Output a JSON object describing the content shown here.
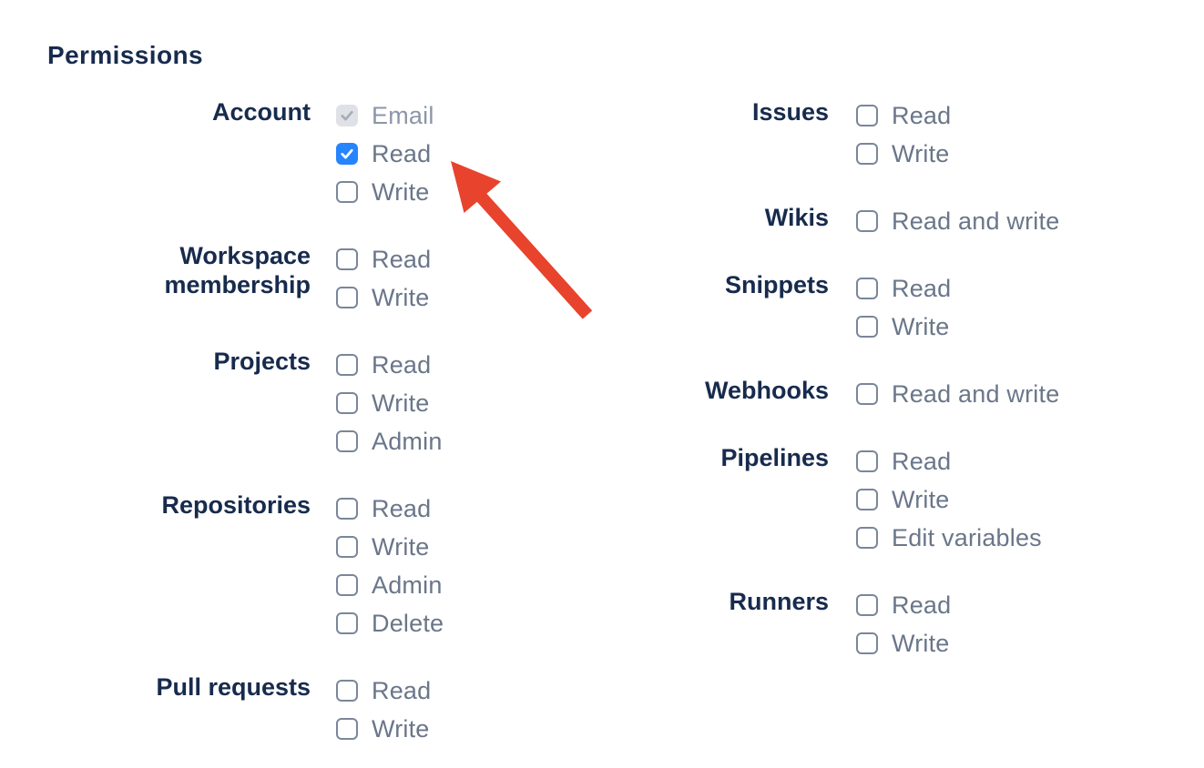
{
  "title": "Permissions",
  "colors": {
    "heading": "#172B4D",
    "group_label": "#172B4D",
    "item_label": "#6A7689",
    "item_label_disabled": "#8C96A8",
    "checkbox_checked_bg": "#2684FF",
    "checkbox_checked_check": "#FFFFFF",
    "checkbox_disabled_bg": "#DFE1E6",
    "checkbox_disabled_check": "#A5ADBA",
    "checkbox_border": "#7A869A",
    "arrow_color": "#E8432C",
    "page_bg": "#FFFFFF"
  },
  "columns": [
    {
      "groups": [
        {
          "label": "Account",
          "items": [
            {
              "label": "Email",
              "state": "checked-disabled"
            },
            {
              "label": "Read",
              "state": "checked"
            },
            {
              "label": "Write",
              "state": "unchecked"
            }
          ]
        },
        {
          "label": "Workspace membership",
          "items": [
            {
              "label": "Read",
              "state": "unchecked"
            },
            {
              "label": "Write",
              "state": "unchecked"
            }
          ]
        },
        {
          "label": "Projects",
          "items": [
            {
              "label": "Read",
              "state": "unchecked"
            },
            {
              "label": "Write",
              "state": "unchecked"
            },
            {
              "label": "Admin",
              "state": "unchecked"
            }
          ]
        },
        {
          "label": "Repositories",
          "items": [
            {
              "label": "Read",
              "state": "unchecked"
            },
            {
              "label": "Write",
              "state": "unchecked"
            },
            {
              "label": "Admin",
              "state": "unchecked"
            },
            {
              "label": "Delete",
              "state": "unchecked"
            }
          ]
        },
        {
          "label": "Pull requests",
          "items": [
            {
              "label": "Read",
              "state": "unchecked"
            },
            {
              "label": "Write",
              "state": "unchecked"
            }
          ]
        }
      ]
    },
    {
      "groups": [
        {
          "label": "Issues",
          "items": [
            {
              "label": "Read",
              "state": "unchecked"
            },
            {
              "label": "Write",
              "state": "unchecked"
            }
          ]
        },
        {
          "label": "Wikis",
          "items": [
            {
              "label": "Read and write",
              "state": "unchecked"
            }
          ]
        },
        {
          "label": "Snippets",
          "items": [
            {
              "label": "Read",
              "state": "unchecked"
            },
            {
              "label": "Write",
              "state": "unchecked"
            }
          ]
        },
        {
          "label": "Webhooks",
          "items": [
            {
              "label": "Read and write",
              "state": "unchecked"
            }
          ]
        },
        {
          "label": "Pipelines",
          "items": [
            {
              "label": "Read",
              "state": "unchecked"
            },
            {
              "label": "Write",
              "state": "unchecked"
            },
            {
              "label": "Edit variables",
              "state": "unchecked"
            }
          ]
        },
        {
          "label": "Runners",
          "items": [
            {
              "label": "Read",
              "state": "unchecked"
            },
            {
              "label": "Write",
              "state": "unchecked"
            }
          ]
        }
      ]
    }
  ],
  "annotation": {
    "type": "arrow",
    "points_at": "Account Read checkbox"
  }
}
